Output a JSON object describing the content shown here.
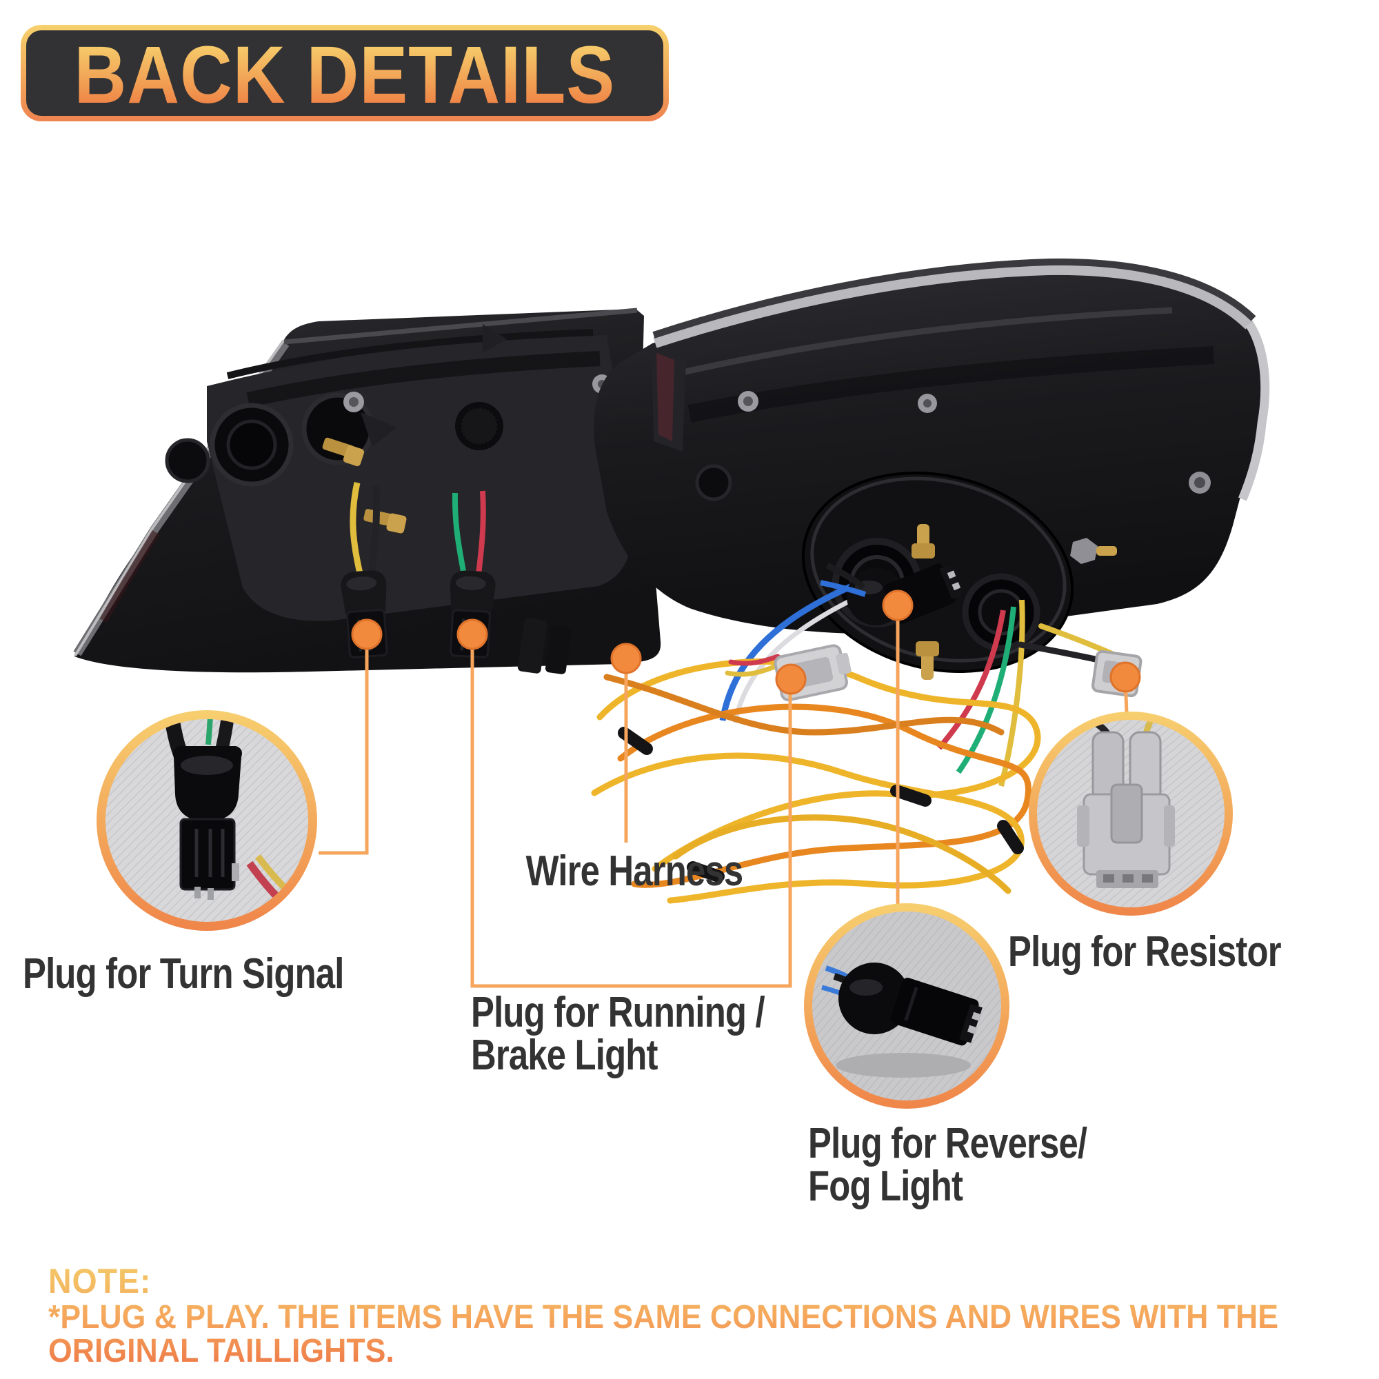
{
  "title": "BACK DETAILS",
  "callouts": {
    "turn_signal": {
      "label": "Plug for Turn Signal"
    },
    "wire_harness": {
      "label": "Wire Harness"
    },
    "running_brake": {
      "label_line1": "Plug for Running /",
      "label_line2": "Brake Light"
    },
    "resistor": {
      "label": "Plug for Resistor"
    },
    "reverse_fog": {
      "label_line1": "Plug for Reverse/",
      "label_line2": "Fog Light"
    }
  },
  "note": {
    "heading": "NOTE:",
    "line1": "*PLUG & PLAY. THE ITEMS HAVE THE SAME CONNECTIONS AND WIRES WITH THE",
    "line2": "ORIGINAL TAILLIGHTS."
  },
  "colors": {
    "background": "#FFFFFF",
    "badge_background": "#323234",
    "title_gradient_top": "#F7D56F",
    "title_gradient_bottom": "#EE7B42",
    "label_text": "#333333",
    "leader_line": "#F6A55C",
    "callout_dot": "#F28A3D",
    "ring_gradient_top": "#F7CF6F",
    "ring_gradient_bottom": "#EF8549",
    "note_gradient_top": "#F3CA67",
    "note_gradient_bottom": "#EE7A48",
    "harness_wire_yellow": "#EFB52A",
    "harness_wire_orange": "#E8871F"
  }
}
